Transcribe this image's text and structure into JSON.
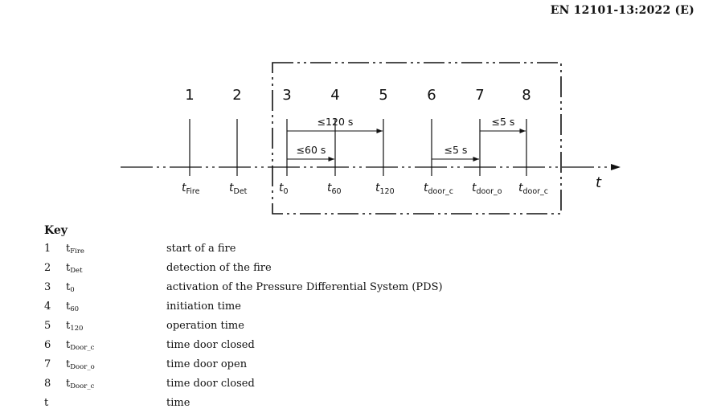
{
  "header": {
    "standard": "EN 12101-13:2022 (E)"
  },
  "diagram": {
    "events": [
      {
        "number": "1",
        "label_base": "t",
        "label_sub": "Fire"
      },
      {
        "number": "2",
        "label_base": "t",
        "label_sub": "Det"
      },
      {
        "number": "3",
        "label_base": "t",
        "label_sub": "0"
      },
      {
        "number": "4",
        "label_base": "t",
        "label_sub": "60"
      },
      {
        "number": "5",
        "label_base": "t",
        "label_sub": "120"
      },
      {
        "number": "6",
        "label_base": "t",
        "label_sub": "door_c"
      },
      {
        "number": "7",
        "label_base": "t",
        "label_sub": "door_o"
      },
      {
        "number": "8",
        "label_base": "t",
        "label_sub": "door_c"
      }
    ],
    "intervals": [
      {
        "label": "≤120 s"
      },
      {
        "label": "≤60 s"
      },
      {
        "label": "≤5 s"
      },
      {
        "label": "≤5 s"
      }
    ],
    "axis_label": "t"
  },
  "key": {
    "title": "Key",
    "rows": [
      {
        "num": "1",
        "sym_base": "t",
        "sym_sub": "Fire",
        "desc": "start of a fire"
      },
      {
        "num": "2",
        "sym_base": "t",
        "sym_sub": "Det",
        "desc": "detection of the fire"
      },
      {
        "num": "3",
        "sym_base": "t",
        "sym_sub": "0",
        "desc": "activation of the Pressure Differential System (PDS)"
      },
      {
        "num": "4",
        "sym_base": "t",
        "sym_sub": "60",
        "desc": "initiation time"
      },
      {
        "num": "5",
        "sym_base": "t",
        "sym_sub": "120",
        "desc": "operation time"
      },
      {
        "num": "6",
        "sym_base": "t",
        "sym_sub": "Door_c",
        "desc": "time door closed"
      },
      {
        "num": "7",
        "sym_base": "t",
        "sym_sub": "Door_o",
        "desc": "time door open"
      },
      {
        "num": "8",
        "sym_base": "t",
        "sym_sub": "Door_c",
        "desc": "time door closed"
      },
      {
        "num": "t",
        "sym_base": "",
        "sym_sub": "",
        "desc": "time"
      }
    ]
  }
}
